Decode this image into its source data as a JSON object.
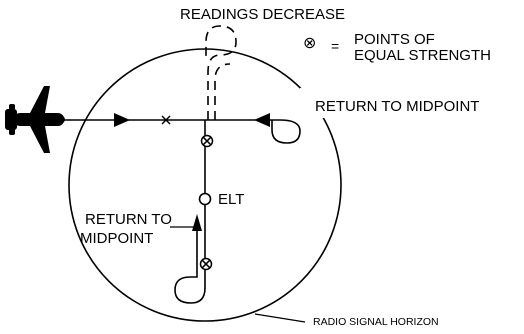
{
  "labels": {
    "readings_decrease": "READINGS DECREASE",
    "legend_symbol": "⊗",
    "legend_equals": "=",
    "legend_line1": "POINTS OF",
    "legend_line2": "EQUAL STRENGTH",
    "return_to_midpoint_right": "RETURN TO MIDPOINT",
    "elt": "ELT",
    "return_to": "RETURN TO",
    "midpoint": "MIDPOINT",
    "radio_signal_horizon": "RADIO SIGNAL HORIZON"
  },
  "colors": {
    "ink": "#000000",
    "background": "#ffffff"
  },
  "icons": {
    "aircraft": "airplane-silhouette-icon",
    "equal_strength_marker": "circled-x-icon",
    "elt_marker": "small-circle-icon",
    "crossing_marker": "x-mark-icon"
  }
}
